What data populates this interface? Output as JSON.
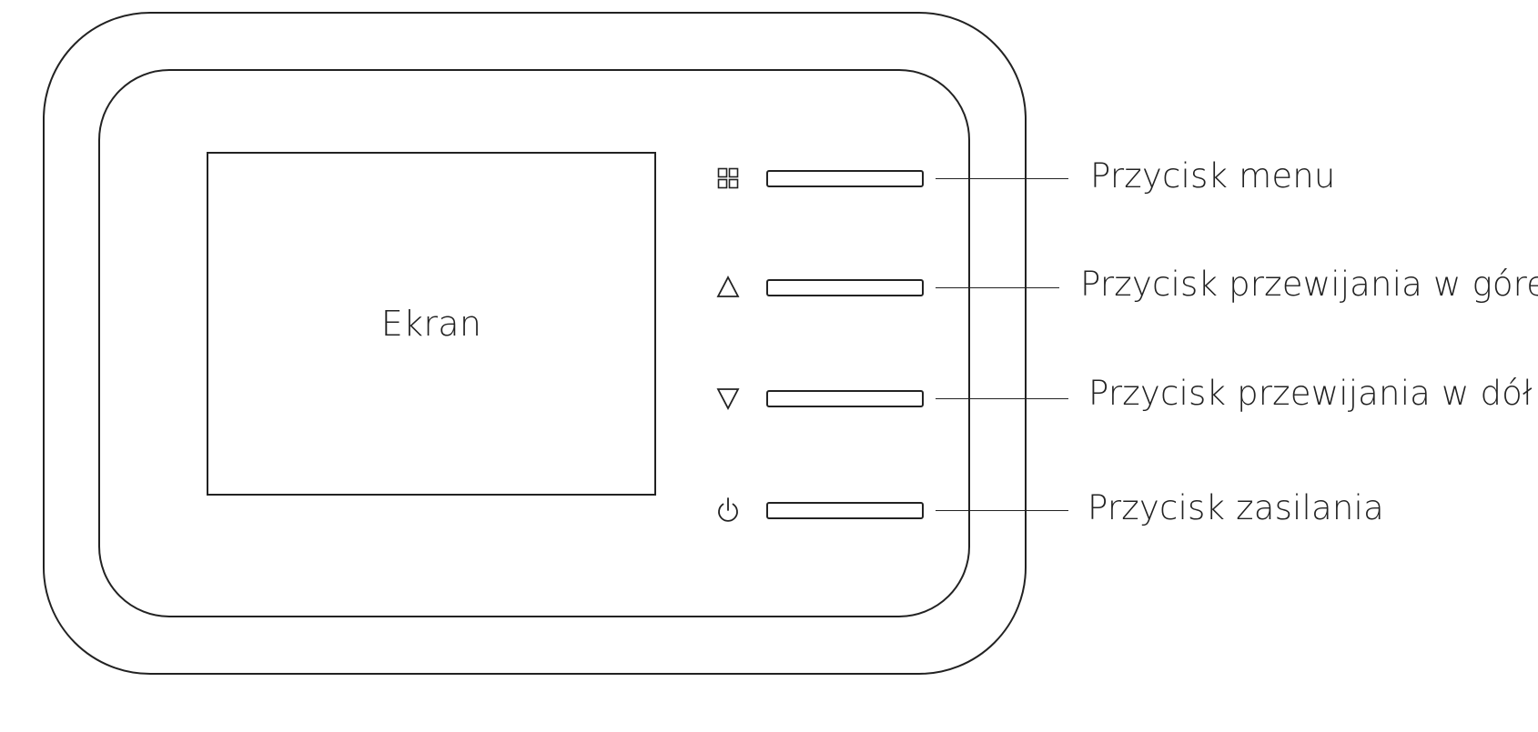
{
  "screen": {
    "label": "Ekran"
  },
  "buttons": [
    {
      "icon": "menu-grid-icon",
      "label": "Przycisk menu"
    },
    {
      "icon": "triangle-up-icon",
      "label": "Przycisk przewijania w górę"
    },
    {
      "icon": "triangle-down-icon",
      "label": "Przycisk przewijania w dół"
    },
    {
      "icon": "power-icon",
      "label": "Przycisk zasilania"
    }
  ],
  "colors": {
    "stroke": "#222222",
    "background": "#ffffff"
  }
}
